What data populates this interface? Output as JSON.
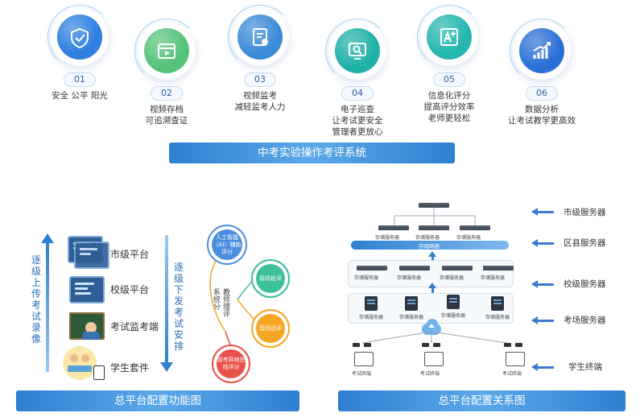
{
  "features": [
    {
      "num": "01",
      "lines": [
        "安全 公平 阳光"
      ],
      "icon": "shield-check-icon",
      "color": "#2e7fe0"
    },
    {
      "num": "02",
      "lines": [
        "视频存档",
        "可追溯查证"
      ],
      "icon": "video-clip-icon",
      "color": "#55c27a"
    },
    {
      "num": "03",
      "lines": [
        "视频监考",
        "减轻监考人力"
      ],
      "icon": "document-monitor-icon",
      "color": "#3b8bd8"
    },
    {
      "num": "04",
      "lines": [
        "电子巡查",
        "让考试更安全",
        "管理者更放心"
      ],
      "icon": "monitor-search-icon",
      "color": "#1fb0a8"
    },
    {
      "num": "05",
      "lines": [
        "信息化评分",
        "提高评分效率",
        "老师更轻松"
      ],
      "icon": "a-plus-edit-icon",
      "color": "#25b6b0"
    },
    {
      "num": "06",
      "lines": [
        "数据分析",
        "让考试教学更高效"
      ],
      "icon": "bar-growth-icon",
      "color": "#2a6fd6"
    }
  ],
  "main_banner": "中考实验操作考评系统",
  "left": {
    "up_text": "逐级上传考试录像",
    "down_text": "逐级下发考试安排",
    "platforms": [
      "市级平台",
      "校级平台",
      "考试监考端",
      "学生套件"
    ],
    "teacher_text": "教师理评系统分",
    "bubbles": [
      "人工智能（AI）辅助评分",
      "现场批评",
      "现场远评",
      "现考异地在线评分"
    ],
    "banner": "总平台配置功能图"
  },
  "right": {
    "levels": [
      "市级服务器",
      "区县服务器",
      "校级服务器",
      "考场服务器",
      "学生终端"
    ],
    "storage_label": "存储服务器",
    "network_label": "存储网络",
    "terminal_label": "考试终端",
    "banner": "总平台配置关系图"
  }
}
